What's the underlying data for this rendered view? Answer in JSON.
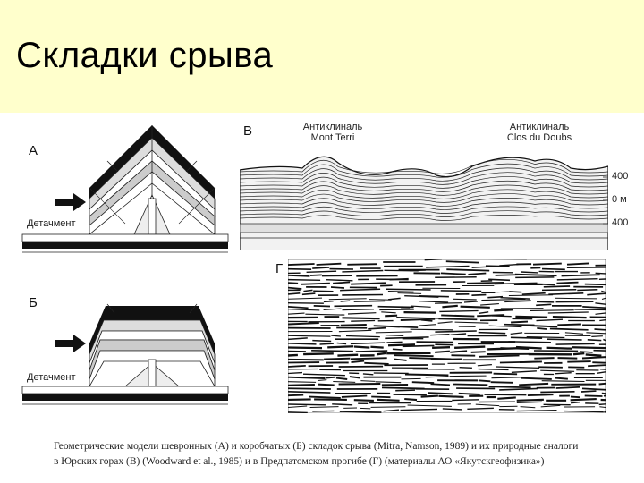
{
  "slide": {
    "title": "Складки срыва"
  },
  "panels": {
    "a": {
      "letter": "А",
      "detachment_label": "Детачмент"
    },
    "b": {
      "letter": "Б",
      "detachment_label": "Детачмент"
    },
    "v": {
      "letter": "В",
      "anticline_left": {
        "line1": "Антиклиналь",
        "line2": "Mont Terri"
      },
      "anticline_right": {
        "line1": "Антиклиналь",
        "line2": "Clos du Doubs"
      },
      "scale": [
        "400",
        "0 м",
        "400"
      ]
    },
    "g": {
      "letter": "Г"
    }
  },
  "caption": {
    "line1": "Геометрические модели шевронных (А) и коробчатых (Б) складок срыва (Mitra, Namson, 1989) и их природные аналоги",
    "line2": "в Юрских горах (В) (Woodward et al., 1985) и в Предпатомском прогибе (Г) (материалы АО «Якутскгеофизика»)"
  },
  "colors": {
    "title_band": "#ffffcc",
    "ink": "#111111"
  }
}
